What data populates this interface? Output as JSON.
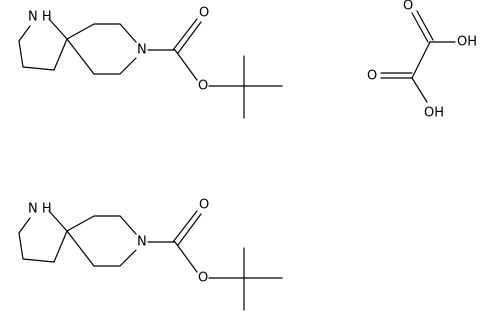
{
  "diagram": {
    "molecules": [
      {
        "atom_labels": {
          "nh": "N H",
          "n": "N",
          "o_carbonyl": "O",
          "o_ester": "O"
        }
      },
      {
        "atom_labels": {
          "o_top": "O",
          "oh_top": "OH",
          "o_bottom": "O",
          "oh_bottom": "OH"
        }
      },
      {
        "atom_labels": {
          "nh": "N H",
          "n": "N",
          "o_carbonyl": "O",
          "o_ester": "O"
        }
      }
    ]
  }
}
